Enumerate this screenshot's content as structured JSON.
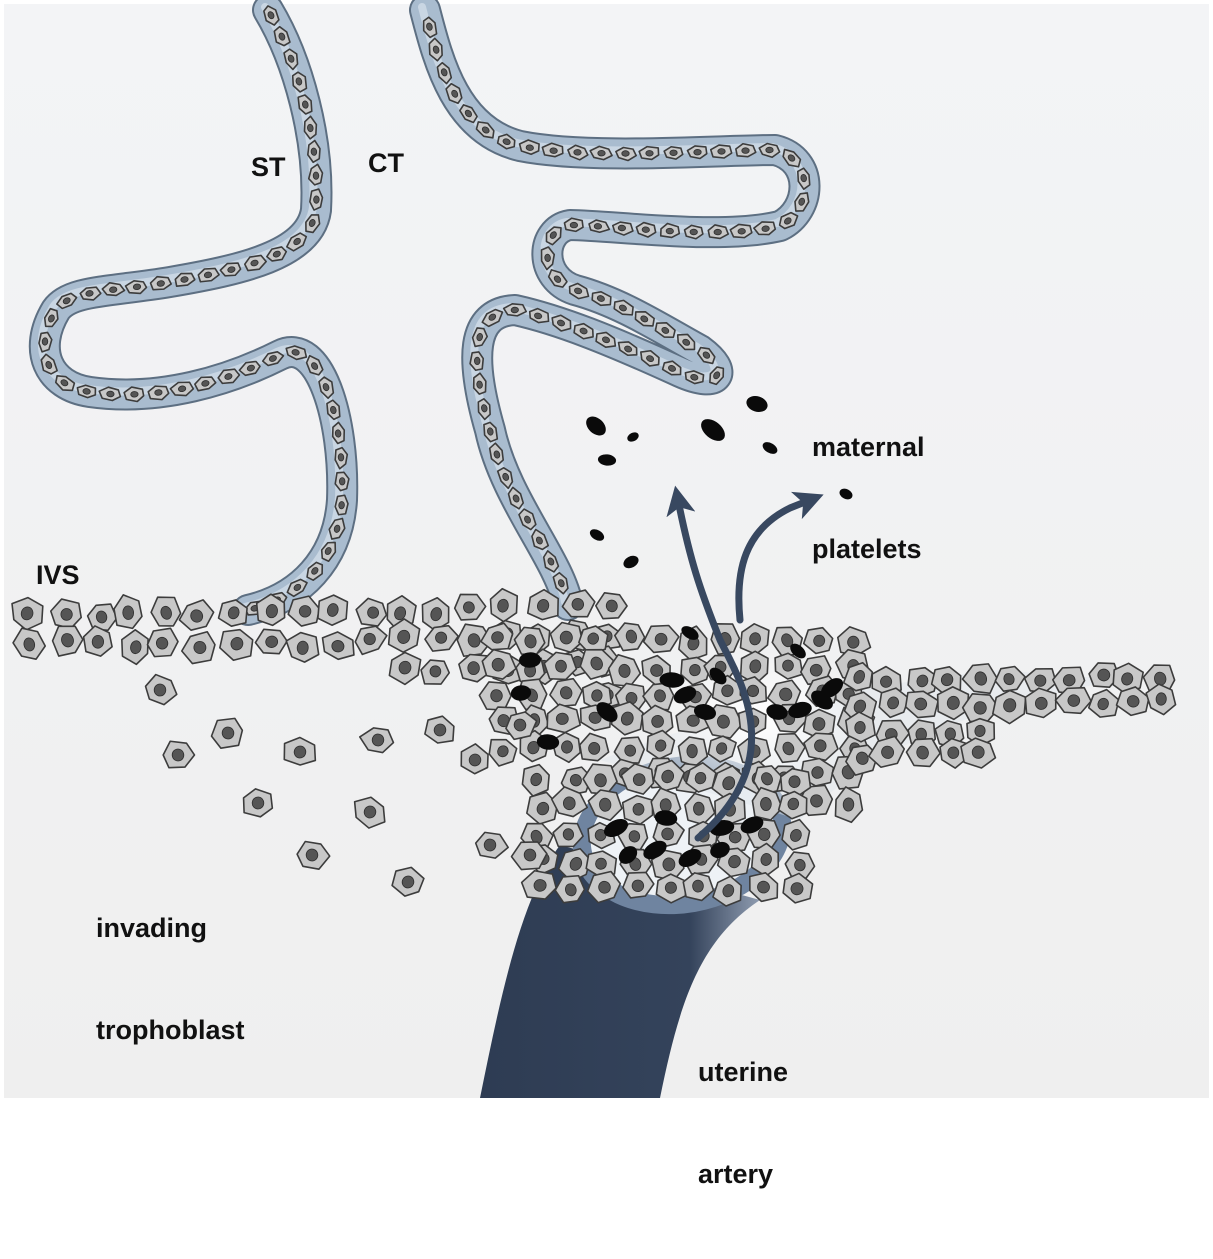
{
  "labels": {
    "st": "ST",
    "ct": "CT",
    "ivs": "IVS",
    "maternal_platelets": [
      "maternal",
      "platelets"
    ],
    "invading_trophoblast": [
      "invading",
      "trophoblast"
    ],
    "uterine_artery": [
      "uterine",
      "artery"
    ]
  },
  "colors": {
    "background": "#f0f0f0",
    "villus_fill": "#a9bccf",
    "villus_highlight": "#c9d6e3",
    "villus_edge": "#5d6f82",
    "cell_fill": "#c8c8c8",
    "cell_edge": "#3c3c3c",
    "nucleus": "#555555",
    "platelet": "#0a0a0a",
    "artery": "#33425a",
    "arrow": "#384860",
    "text": "#111111"
  },
  "icons": {
    "flow_arrow": "curved-arrow-icon"
  }
}
